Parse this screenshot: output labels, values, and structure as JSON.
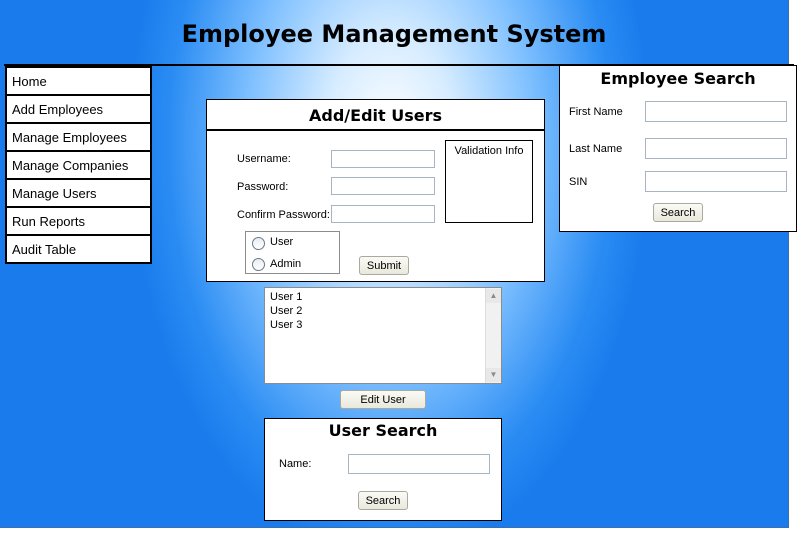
{
  "app": {
    "title": "Employee Management System"
  },
  "nav": {
    "items": [
      "Home",
      "Add Employees",
      "Manage Employees",
      "Manage Companies",
      "Manage Users",
      "Run Reports",
      "Audit Table"
    ]
  },
  "add_edit": {
    "title": "Add/Edit Users",
    "username_label": "Username:",
    "password_label": "Password:",
    "confirm_label": "Confirm Password:",
    "validation_label": "Validation Info",
    "radio_user": "User",
    "radio_admin": "Admin",
    "submit_label": "Submit"
  },
  "user_list": {
    "items": [
      "User 1",
      "User 2",
      "User 3"
    ],
    "edit_label": "Edit User"
  },
  "user_search": {
    "title": "User Search",
    "name_label": "Name:",
    "search_label": "Search"
  },
  "employee_search": {
    "title": "Employee Search",
    "first_name_label": "First Name",
    "last_name_label": "Last Name",
    "sin_label": "SIN",
    "search_label": "Search"
  }
}
